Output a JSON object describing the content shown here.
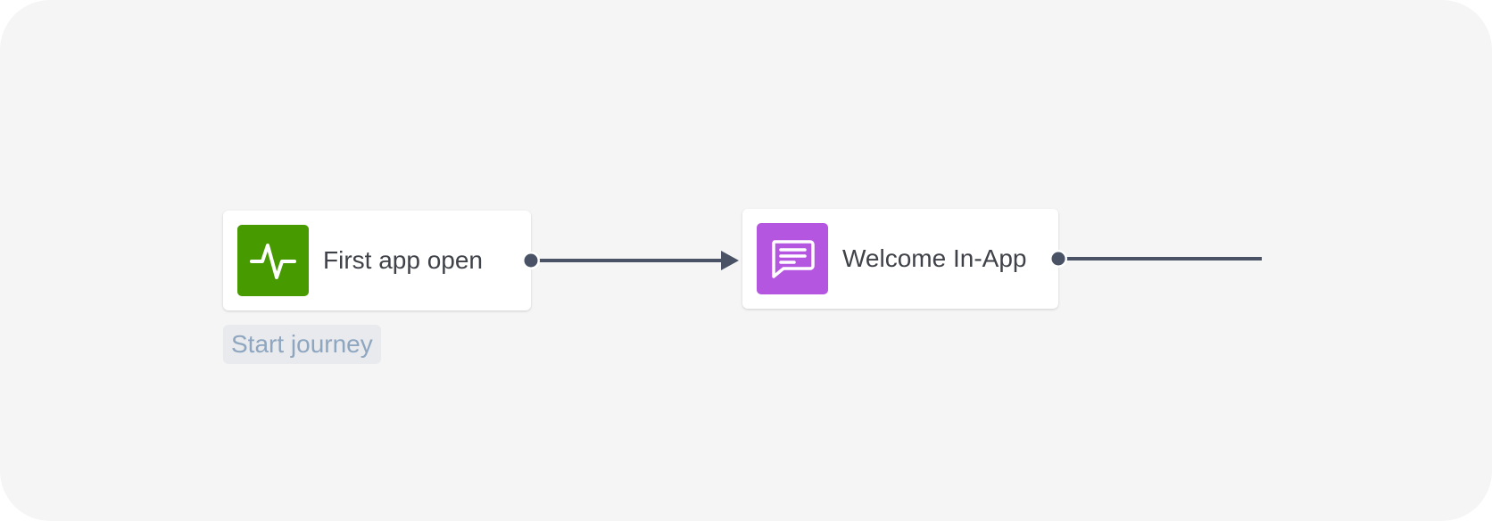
{
  "nodes": {
    "trigger": {
      "label": "First app open",
      "icon": "activity-pulse-icon",
      "color": "#479a00"
    },
    "message": {
      "label": "Welcome In-App",
      "icon": "message-bubble-icon",
      "color": "#b556e0"
    }
  },
  "start_tag": {
    "label": "Start journey"
  },
  "colors": {
    "canvas": "#f5f5f5",
    "connector": "#4a5366",
    "tag_text": "#8ea6c0",
    "tag_bg": "#e8eaed"
  }
}
